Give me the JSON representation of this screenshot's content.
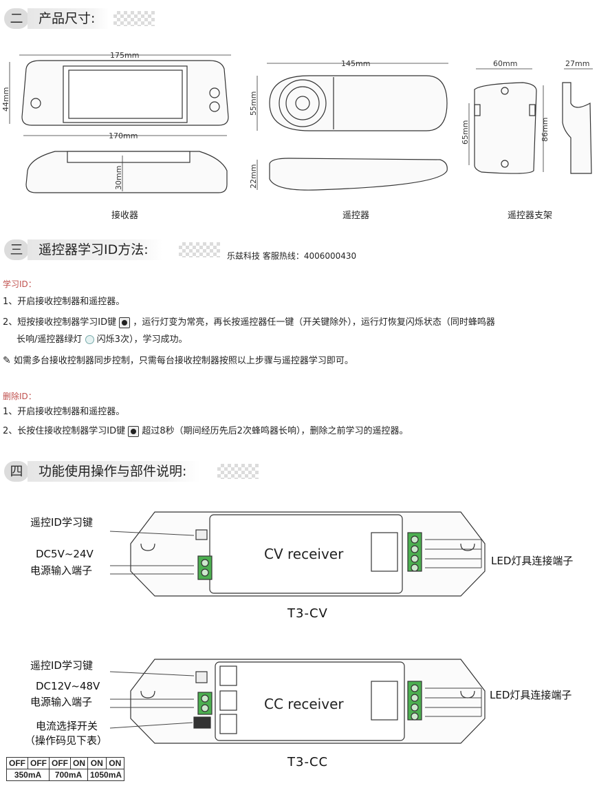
{
  "sections": {
    "s2": {
      "num": "二",
      "title": "产品尺寸:"
    },
    "s3": {
      "num": "三",
      "title": "遥控器学习ID方法:",
      "hotline": "乐兹科技 客服热线：4006000430"
    },
    "s4": {
      "num": "四",
      "title": "功能使用操作与部件说明:"
    }
  },
  "dimensions": {
    "receiver": {
      "length_top": "175mm",
      "length_bottom": "170mm",
      "height": "44mm",
      "depth": "30mm",
      "caption": "接收器"
    },
    "remote": {
      "length": "145mm",
      "width": "55mm",
      "thickness": "22mm",
      "caption": "遥控器"
    },
    "holder": {
      "width": "60mm",
      "inner": "65mm",
      "height": "86mm",
      "depth": "27mm",
      "caption": "遥控器支架"
    }
  },
  "learn": {
    "heading": "学习ID：",
    "step1": "1、开启接收控制器和遥控器。",
    "step2a": "2、短按接收控制器学习ID键",
    "step2b": "，运行灯变为常亮，再长按遥控器任一键（开关键除外），运行灯恢复闪烁状态（同时蜂鸣器",
    "step2c": "长响/遥控器绿灯",
    "step2d": "闪烁3次），学习成功。",
    "note": "如需多台接收控制器同步控制，只需每台接收控制器按照以上步骤与遥控器学习即可。"
  },
  "delete": {
    "heading": "删除ID：",
    "step1": "1、开启接收控制器和遥控器。",
    "step2a": "2、长按住接收控制器学习ID键",
    "step2b": "超过8秒（期间经历先后2次蜂鸣器长响），删除之前学习的遥控器。"
  },
  "cv": {
    "learn_key": "遥控ID学习键",
    "power_range": "DC5V~24V",
    "power_label": "电源输入端子",
    "led_label": "LED灯具连接端子",
    "body": "CV receiver",
    "model": "T3-CV"
  },
  "cc": {
    "learn_key": "遥控ID学习键",
    "power_range": "DC12V~48V",
    "power_label": "电源输入端子",
    "switch_label": "电流选择开关",
    "switch_note": "（操作码见下表）",
    "led_label": "LED灯具连接端子",
    "body": "CC receiver",
    "model": "T3-CC"
  },
  "current_table": {
    "codes": [
      "OFF",
      "OFF",
      "OFF",
      "ON",
      "ON",
      "ON"
    ],
    "values": [
      "350mA",
      "700mA",
      "1050mA"
    ]
  }
}
